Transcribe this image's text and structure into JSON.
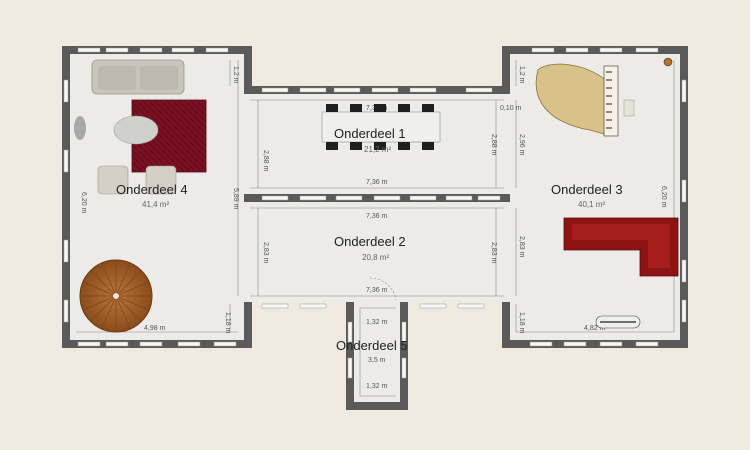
{
  "colors": {
    "background": "#efe9df",
    "wall": "#5a5a5a",
    "floor": "#ecebe7",
    "rug": "#7a1022",
    "sofa_red": "#8e1414",
    "table_wood": "#a0602a",
    "piano": "#d9c28a"
  },
  "rooms": [
    {
      "id": "onderdeel1",
      "name": "Onderdeel 1",
      "area": "21,2 m²"
    },
    {
      "id": "onderdeel2",
      "name": "Onderdeel 2",
      "area": "20,8 m²"
    },
    {
      "id": "onderdeel3",
      "name": "Onderdeel 3",
      "area": "40,1 m²"
    },
    {
      "id": "onderdeel4",
      "name": "Onderdeel 4",
      "area": "41,4 m²"
    },
    {
      "id": "onderdeel5",
      "name": "Onderdeel 5",
      "area": ""
    }
  ],
  "dimensions": {
    "r1_top": "7,36 m",
    "r1_bottom": "7,36 m",
    "r2_top": "7,36 m",
    "r2_bottom": "7,36 m",
    "r1_left": "2,88 m",
    "r1_right": "2,88 m",
    "r2_left": "2,83 m",
    "r2_right": "2,83 m",
    "r4_bottom": "4,98 m",
    "r4_inner": "5,89 m",
    "r4_notch": "1,2 m",
    "r4_lower": "1,18 m",
    "r4_left": "6,20 m",
    "r3_bottom": "4,82 m",
    "r3_notch": "1,2 m",
    "r3_inner_top": "2,96 m",
    "r3_inner_mid": "2,83 m",
    "r3_lower": "1,18 m",
    "r3_right": "6,20 m",
    "r3_corner": "0,10 m",
    "r5_top": "1,32 m",
    "r5_bottom": "1,32 m",
    "r5_side": "3,5 m"
  }
}
